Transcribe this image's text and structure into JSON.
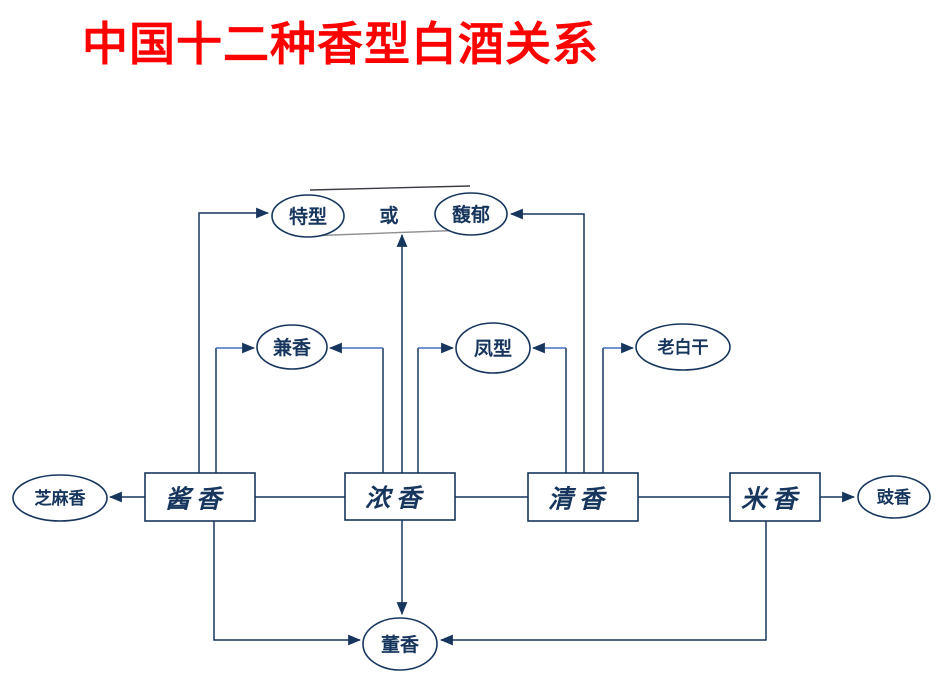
{
  "title": {
    "text": "中国十二种香型白酒关系",
    "color": "#FF0000"
  },
  "colors": {
    "line_dark": "#17365D",
    "line_light": "#4472C4",
    "band_top_line": "#3c3c46",
    "band_bottom_line": "#8f8f94",
    "title_red": "#FF0000",
    "background": "#FFFFFF"
  },
  "nodes": {
    "texing": {
      "label": "特型",
      "shape": "ellipse"
    },
    "or_word": {
      "label": "或"
    },
    "fuyu": {
      "label": "馥郁",
      "shape": "ellipse"
    },
    "jianxiang": {
      "label": "兼香",
      "shape": "ellipse"
    },
    "fengxing": {
      "label": "凤型",
      "shape": "ellipse"
    },
    "laobaigan": {
      "label": "老白干",
      "shape": "ellipse"
    },
    "zhimaxiang": {
      "label": "芝麻香",
      "shape": "ellipse"
    },
    "jiangxiang": {
      "label": "酱香",
      "shape": "rect"
    },
    "nongxiang": {
      "label": "浓香",
      "shape": "rect"
    },
    "qingxiang": {
      "label": "清香",
      "shape": "rect"
    },
    "mixiang": {
      "label": "米香",
      "shape": "rect"
    },
    "chixiang": {
      "label": "豉香",
      "shape": "ellipse"
    },
    "dongxiang": {
      "label": "董香",
      "shape": "ellipse"
    }
  },
  "edges": [
    {
      "from": "酱香",
      "to": "特型",
      "arrow": true
    },
    {
      "from": "酱香",
      "to": "兼香",
      "arrow": true
    },
    {
      "from": "浓香",
      "to": "兼香",
      "arrow": true
    },
    {
      "from": "浓香",
      "to": "特型或馥郁",
      "arrow": true
    },
    {
      "from": "浓香",
      "to": "凤型",
      "arrow": true
    },
    {
      "from": "清香",
      "to": "凤型",
      "arrow": true
    },
    {
      "from": "清香",
      "to": "馥郁",
      "arrow": true
    },
    {
      "from": "清香",
      "to": "老白干",
      "arrow": true
    },
    {
      "from": "酱香",
      "to": "芝麻香",
      "arrow": true
    },
    {
      "from": "米香",
      "to": "豉香",
      "arrow": true
    },
    {
      "from": "酱香",
      "to": "董香",
      "arrow": true
    },
    {
      "from": "浓香",
      "to": "董香",
      "arrow": true
    },
    {
      "from": "米香",
      "to": "董香",
      "arrow": true
    },
    {
      "from": "酱香",
      "to": "浓香",
      "arrow": false
    },
    {
      "from": "浓香",
      "to": "清香",
      "arrow": false
    },
    {
      "from": "清香",
      "to": "米香",
      "arrow": false
    }
  ]
}
